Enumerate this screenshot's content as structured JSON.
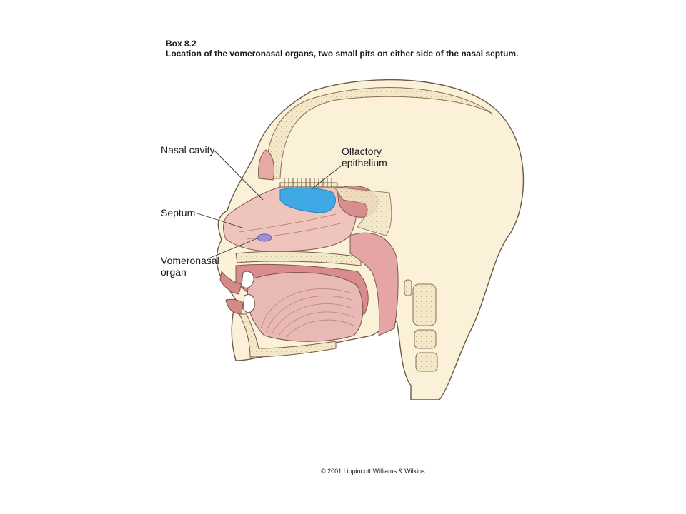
{
  "header": {
    "box_title": "Box 8.2",
    "caption": "Location of the vomeronasal organs, two small pits on either side of the nasal septum."
  },
  "labels": {
    "nasal_cavity": "Nasal cavity",
    "olfactory_line1": "Olfactory",
    "olfactory_line2": "epithelium",
    "septum": "Septum",
    "vno_line1": "Vomeronasal",
    "vno_line2": "organ"
  },
  "footer": {
    "copyright": "© 2001 Lippincott Williams & Wilkins"
  },
  "colors": {
    "skin": "#fbf1d8",
    "tissue_pink": "#e9b9b5",
    "deep_pink": "#c97f80",
    "bone": "#f2e8c8",
    "olfactory_blue": "#3fa9e5",
    "vomeronasal_purple": "#9d8fd6",
    "outline": "#7a5a4a"
  }
}
